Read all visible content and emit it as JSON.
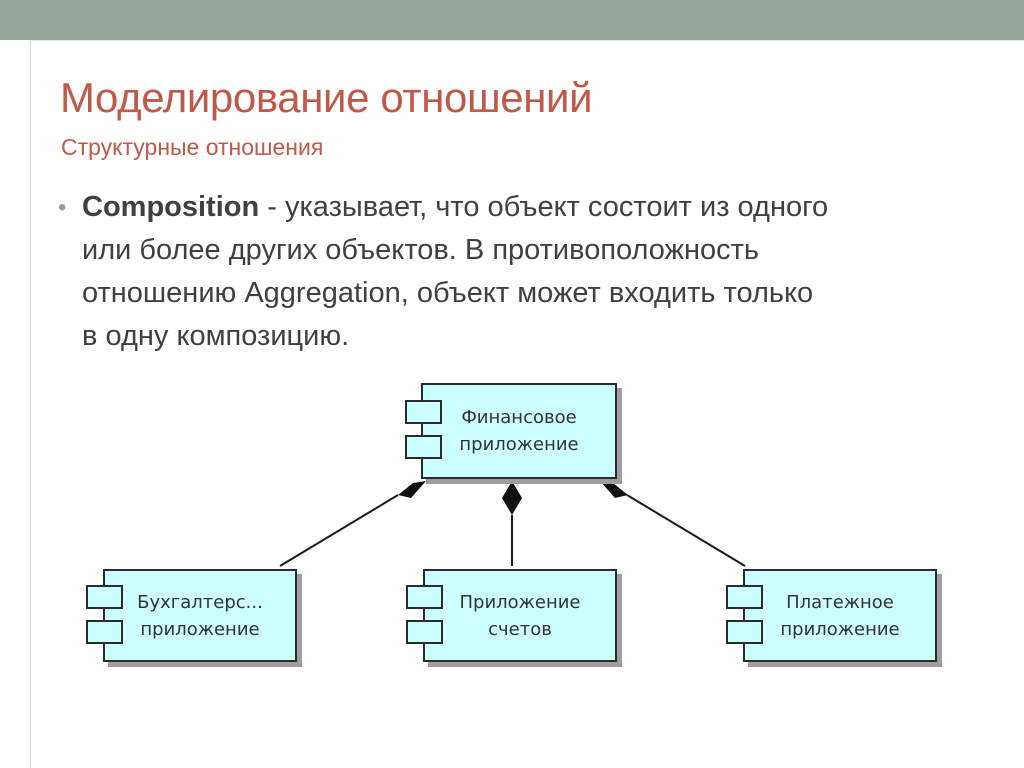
{
  "slide": {
    "title": "Моделирование отношений",
    "subtitle": "Структурные отношения",
    "bullet": {
      "term": "Composition",
      "lines": [
        " - указывает, что объект состоит из одного",
        "или более других объектов. В противоположность",
        "отношению Aggregation, объект может входить только",
        "в одну композицию."
      ]
    }
  },
  "diagram": {
    "parent": {
      "line1": "Финансовое",
      "line2": "приложение"
    },
    "children": [
      {
        "line1": "Бухгалтерс...",
        "line2": "приложение"
      },
      {
        "line1": "Приложение",
        "line2": "счетов"
      },
      {
        "line1": "Платежное",
        "line2": "приложение"
      }
    ],
    "relationship": "composition"
  },
  "colors": {
    "title": "#c0594a",
    "top_bar": "#96a59a",
    "component_fill": "#ccffff",
    "text": "#404040"
  }
}
